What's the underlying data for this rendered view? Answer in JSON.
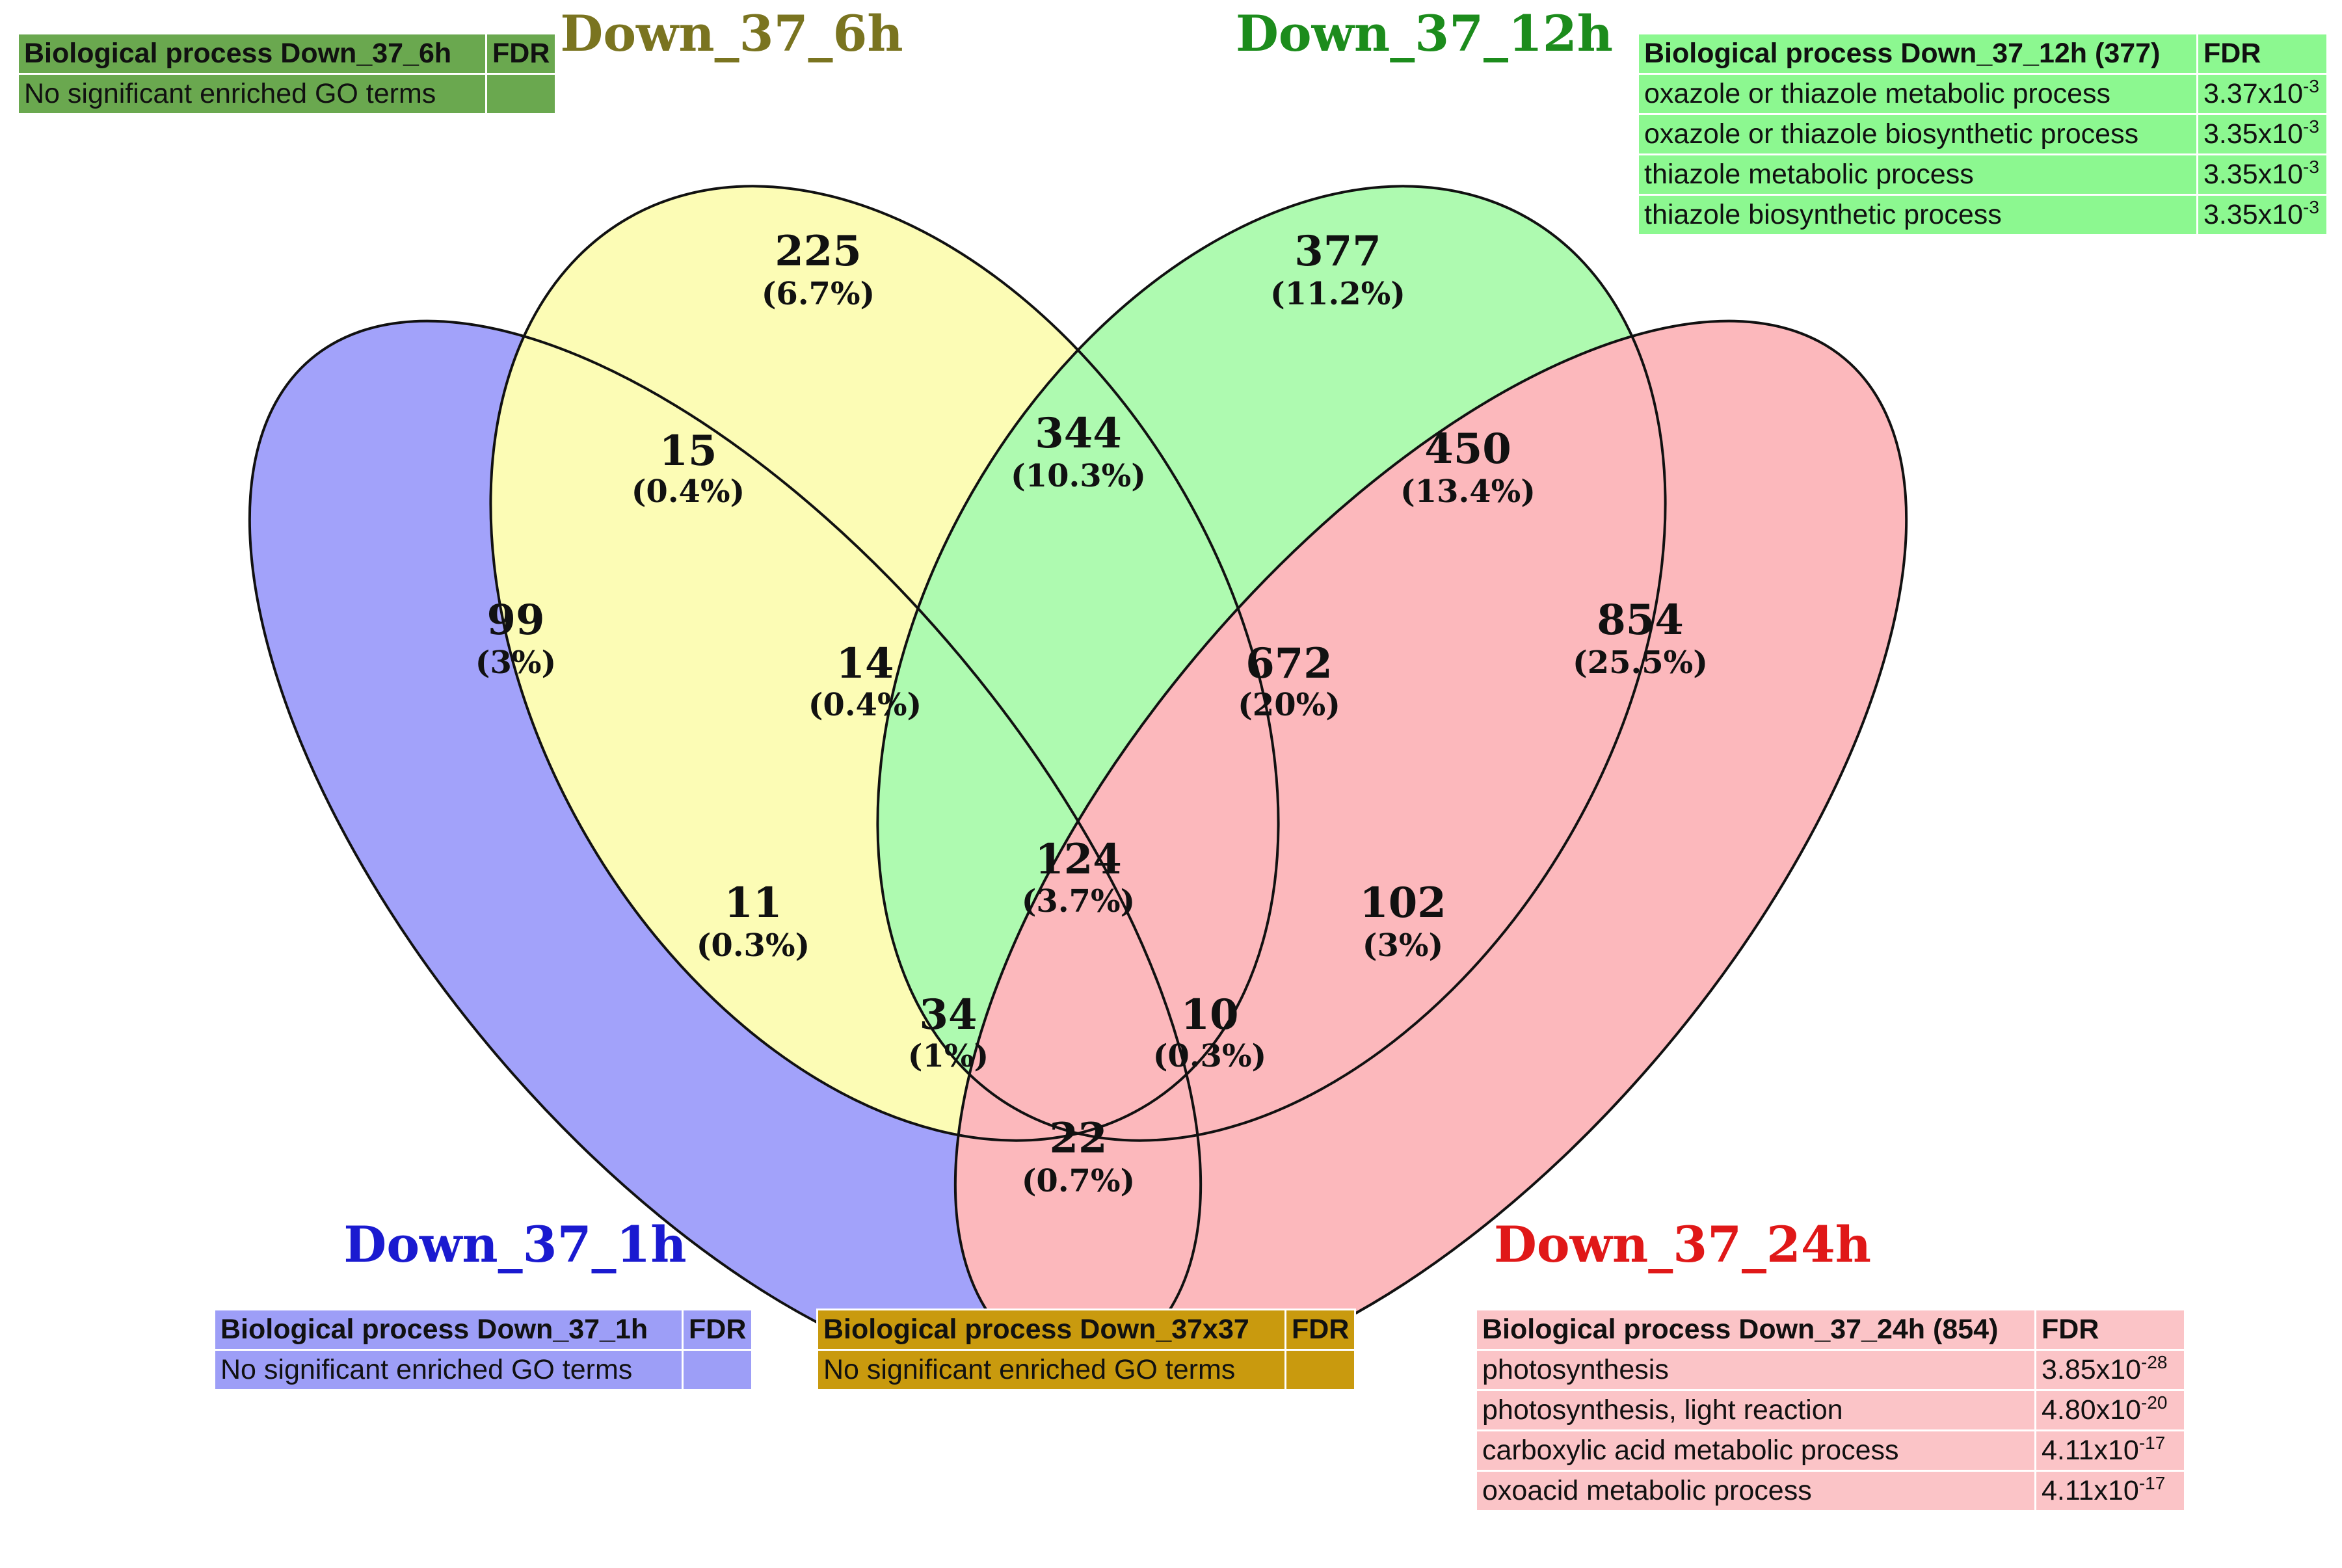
{
  "sets": [
    {
      "key": "h1",
      "title": "Down_37_1h",
      "fill": "#7b7cf9",
      "title_color": "#1a1ad0"
    },
    {
      "key": "h6",
      "title": "Down_37_6h",
      "fill": "#fcfc96",
      "title_color": "#7a7420"
    },
    {
      "key": "h12",
      "title": "Down_37_12h",
      "fill": "#8cf890",
      "title_color": "#1c8c1c"
    },
    {
      "key": "h24",
      "title": "Down_37_24h",
      "fill": "#fb9ba0",
      "title_color": "#e01818"
    }
  ],
  "regions": [
    {
      "name": "only-6h",
      "count": "225",
      "percent": "(6.7%)"
    },
    {
      "name": "only-12h",
      "count": "377",
      "percent": "(11.2%)"
    },
    {
      "name": "1h-6h",
      "count": "15",
      "percent": "(0.4%)"
    },
    {
      "name": "6h-12h",
      "count": "344",
      "percent": "(10.3%)"
    },
    {
      "name": "12h-24h",
      "count": "450",
      "percent": "(13.4%)"
    },
    {
      "name": "only-1h",
      "count": "99",
      "percent": "(3%)"
    },
    {
      "name": "only-24h",
      "count": "854",
      "percent": "(25.5%)"
    },
    {
      "name": "1h-6h-12h",
      "count": "14",
      "percent": "(0.4%)"
    },
    {
      "name": "6h-12h-24h",
      "count": "672",
      "percent": "(20%)"
    },
    {
      "name": "all-four",
      "count": "124",
      "percent": "(3.7%)"
    },
    {
      "name": "1h-12h",
      "count": "11",
      "percent": "(0.3%)"
    },
    {
      "name": "6h-24h",
      "count": "102",
      "percent": "(3%)"
    },
    {
      "name": "1h-12h-24h",
      "count": "34",
      "percent": "(1%)"
    },
    {
      "name": "1h-6h-24h",
      "count": "10",
      "percent": "(0.3%)"
    },
    {
      "name": "1h-24h",
      "count": "22",
      "percent": "(0.7%)"
    }
  ],
  "tables": {
    "t6h": {
      "header": {
        "label": "Biological  process Down_37_6h",
        "fdr": "FDR"
      },
      "rows": [
        {
          "term": "No significant enriched GO terms",
          "fdr": ""
        }
      ],
      "header_bg": "#6aa84f",
      "row_bg": "#6aa84f"
    },
    "t12h": {
      "header": {
        "label": "Biological process Down_37_12h (377)",
        "fdr": "FDR"
      },
      "rows": [
        {
          "term": "oxazole or thiazole metabolic process",
          "fdr": "3.37x10",
          "exp": "-3"
        },
        {
          "term": "oxazole or thiazole biosynthetic process",
          "fdr": "3.35x10",
          "exp": "-3"
        },
        {
          "term": "thiazole metabolic process",
          "fdr": "3.35x10",
          "exp": "-3"
        },
        {
          "term": "thiazole biosynthetic process",
          "fdr": "3.35x10",
          "exp": "-3"
        }
      ],
      "header_bg": "#8cf890",
      "row_bg": "#8cf890"
    },
    "t1h": {
      "header": {
        "label": "Biological  process Down_37_1h",
        "fdr": "FDR"
      },
      "rows": [
        {
          "term": "No significant enriched GO terms",
          "fdr": ""
        }
      ],
      "header_bg": "#9d9ef7",
      "row_bg": "#9d9ef7"
    },
    "t37x37": {
      "header": {
        "label": "Biological  process Down_37x37",
        "fdr": "FDR"
      },
      "rows": [
        {
          "term": "No significant enriched GO terms",
          "fdr": ""
        }
      ],
      "header_bg": "#c99a0e",
      "row_bg": "#c99a0e"
    },
    "t24h": {
      "header": {
        "label": "Biological  process Down_37_24h (854)",
        "fdr": "FDR"
      },
      "rows": [
        {
          "term": "photosynthesis",
          "fdr": "3.85x10",
          "exp": "-28"
        },
        {
          "term": "photosynthesis, light reaction",
          "fdr": "4.80x10",
          "exp": "-20"
        },
        {
          "term": "carboxylic acid metabolic process",
          "fdr": "4.11x10",
          "exp": "-17"
        },
        {
          "term": "oxoacid metabolic process",
          "fdr": "4.11x10",
          "exp": "-17"
        }
      ],
      "header_bg": "#fbc4c7",
      "row_bg": "#fbc4c7"
    }
  }
}
